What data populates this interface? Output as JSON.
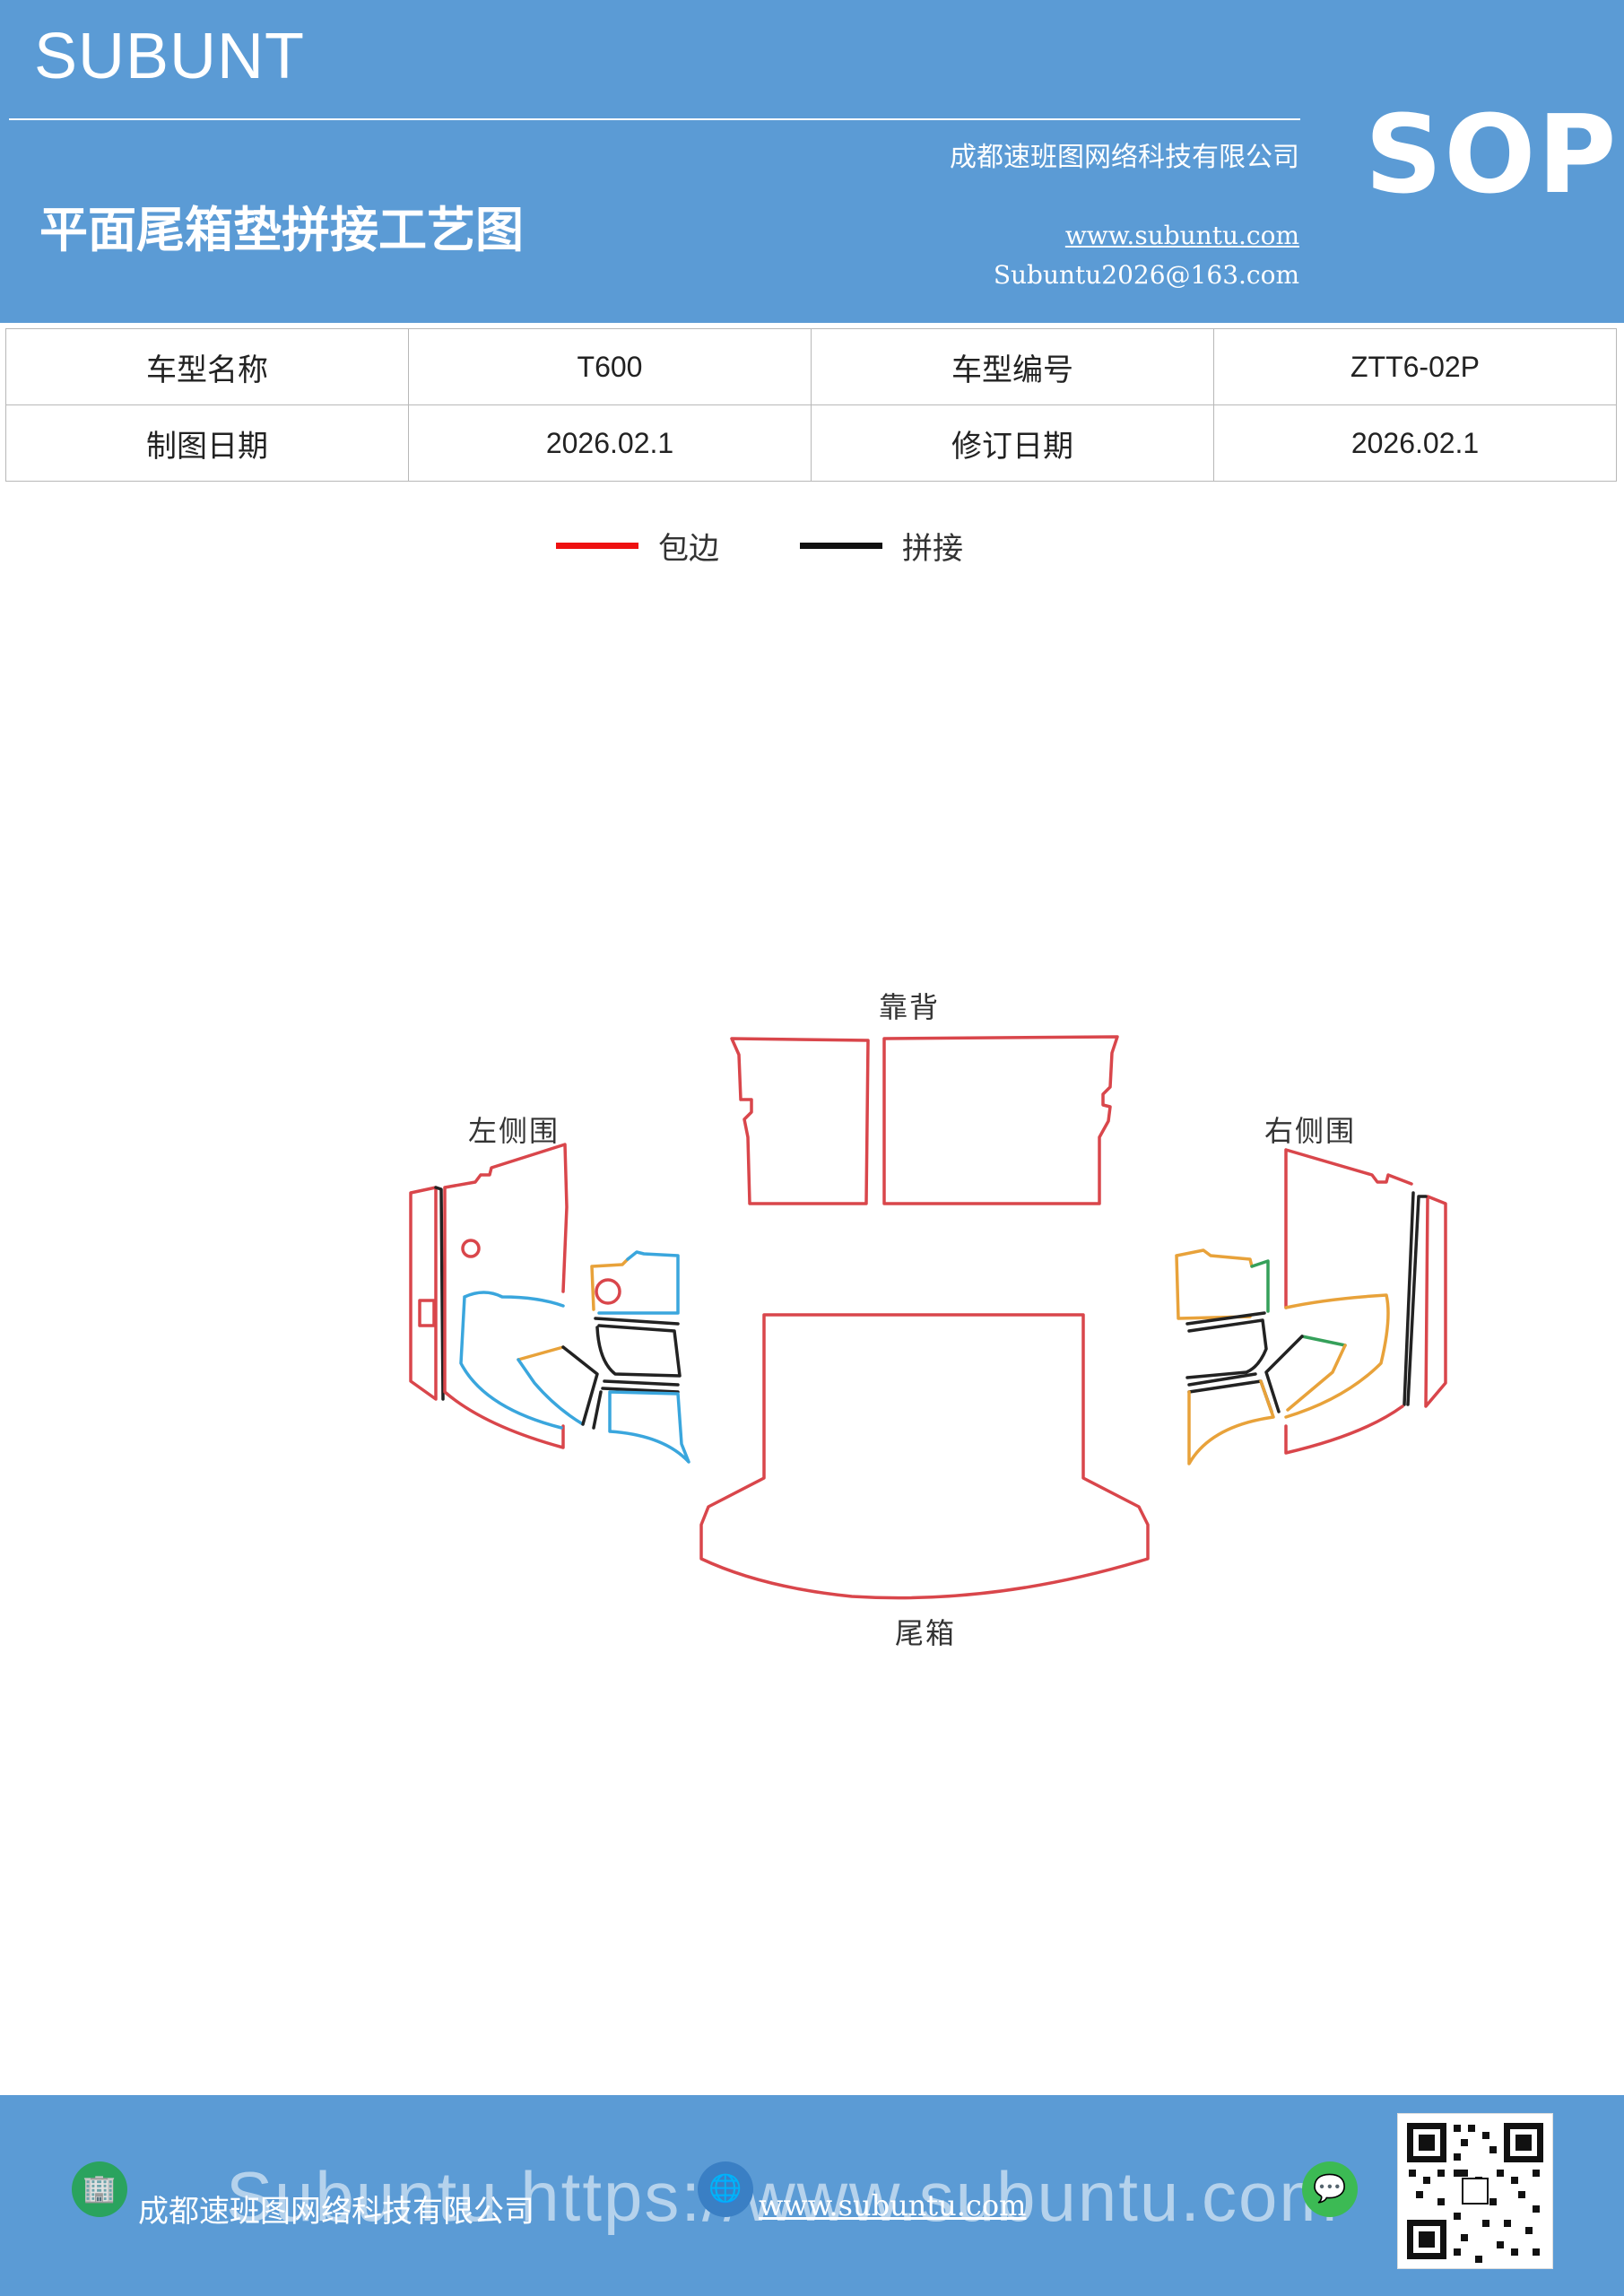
{
  "header": {
    "brand": "SUBUNT",
    "company": "成都速班图网络科技有限公司",
    "title": "平面尾箱垫拼接工艺图",
    "website": "www.subuntu.com",
    "email": "Subuntu2026@163.com",
    "badge": "SOP"
  },
  "info": {
    "model_name_label": "车型名称",
    "model_name": "T600",
    "model_code_label": "车型编号",
    "model_code": "ZTT6-02P",
    "draw_date_label": "制图日期",
    "draw_date": "2026.02.1",
    "revise_date_label": "修订日期",
    "revise_date": "2026.02.1"
  },
  "legend": {
    "items": [
      {
        "label": "包边",
        "color": "#ee1111"
      },
      {
        "label": "拼接",
        "color": "#111111"
      }
    ]
  },
  "diagram": {
    "labels": {
      "back": "靠背",
      "left": "左侧围",
      "right": "右侧围",
      "trunk": "尾箱"
    },
    "colors": {
      "edge": "#d9464b",
      "seam": "#222222",
      "blue": "#3aa6dd",
      "orange": "#e8a23a",
      "green": "#35a05a"
    }
  },
  "footer": {
    "company": "成都速班图网络科技有限公司",
    "website": "www.subuntu.com",
    "watermark": "Subuntu https://www.subuntu.com"
  },
  "icons": [
    "building-icon",
    "globe-icon",
    "wechat-icon",
    "qr-code"
  ]
}
